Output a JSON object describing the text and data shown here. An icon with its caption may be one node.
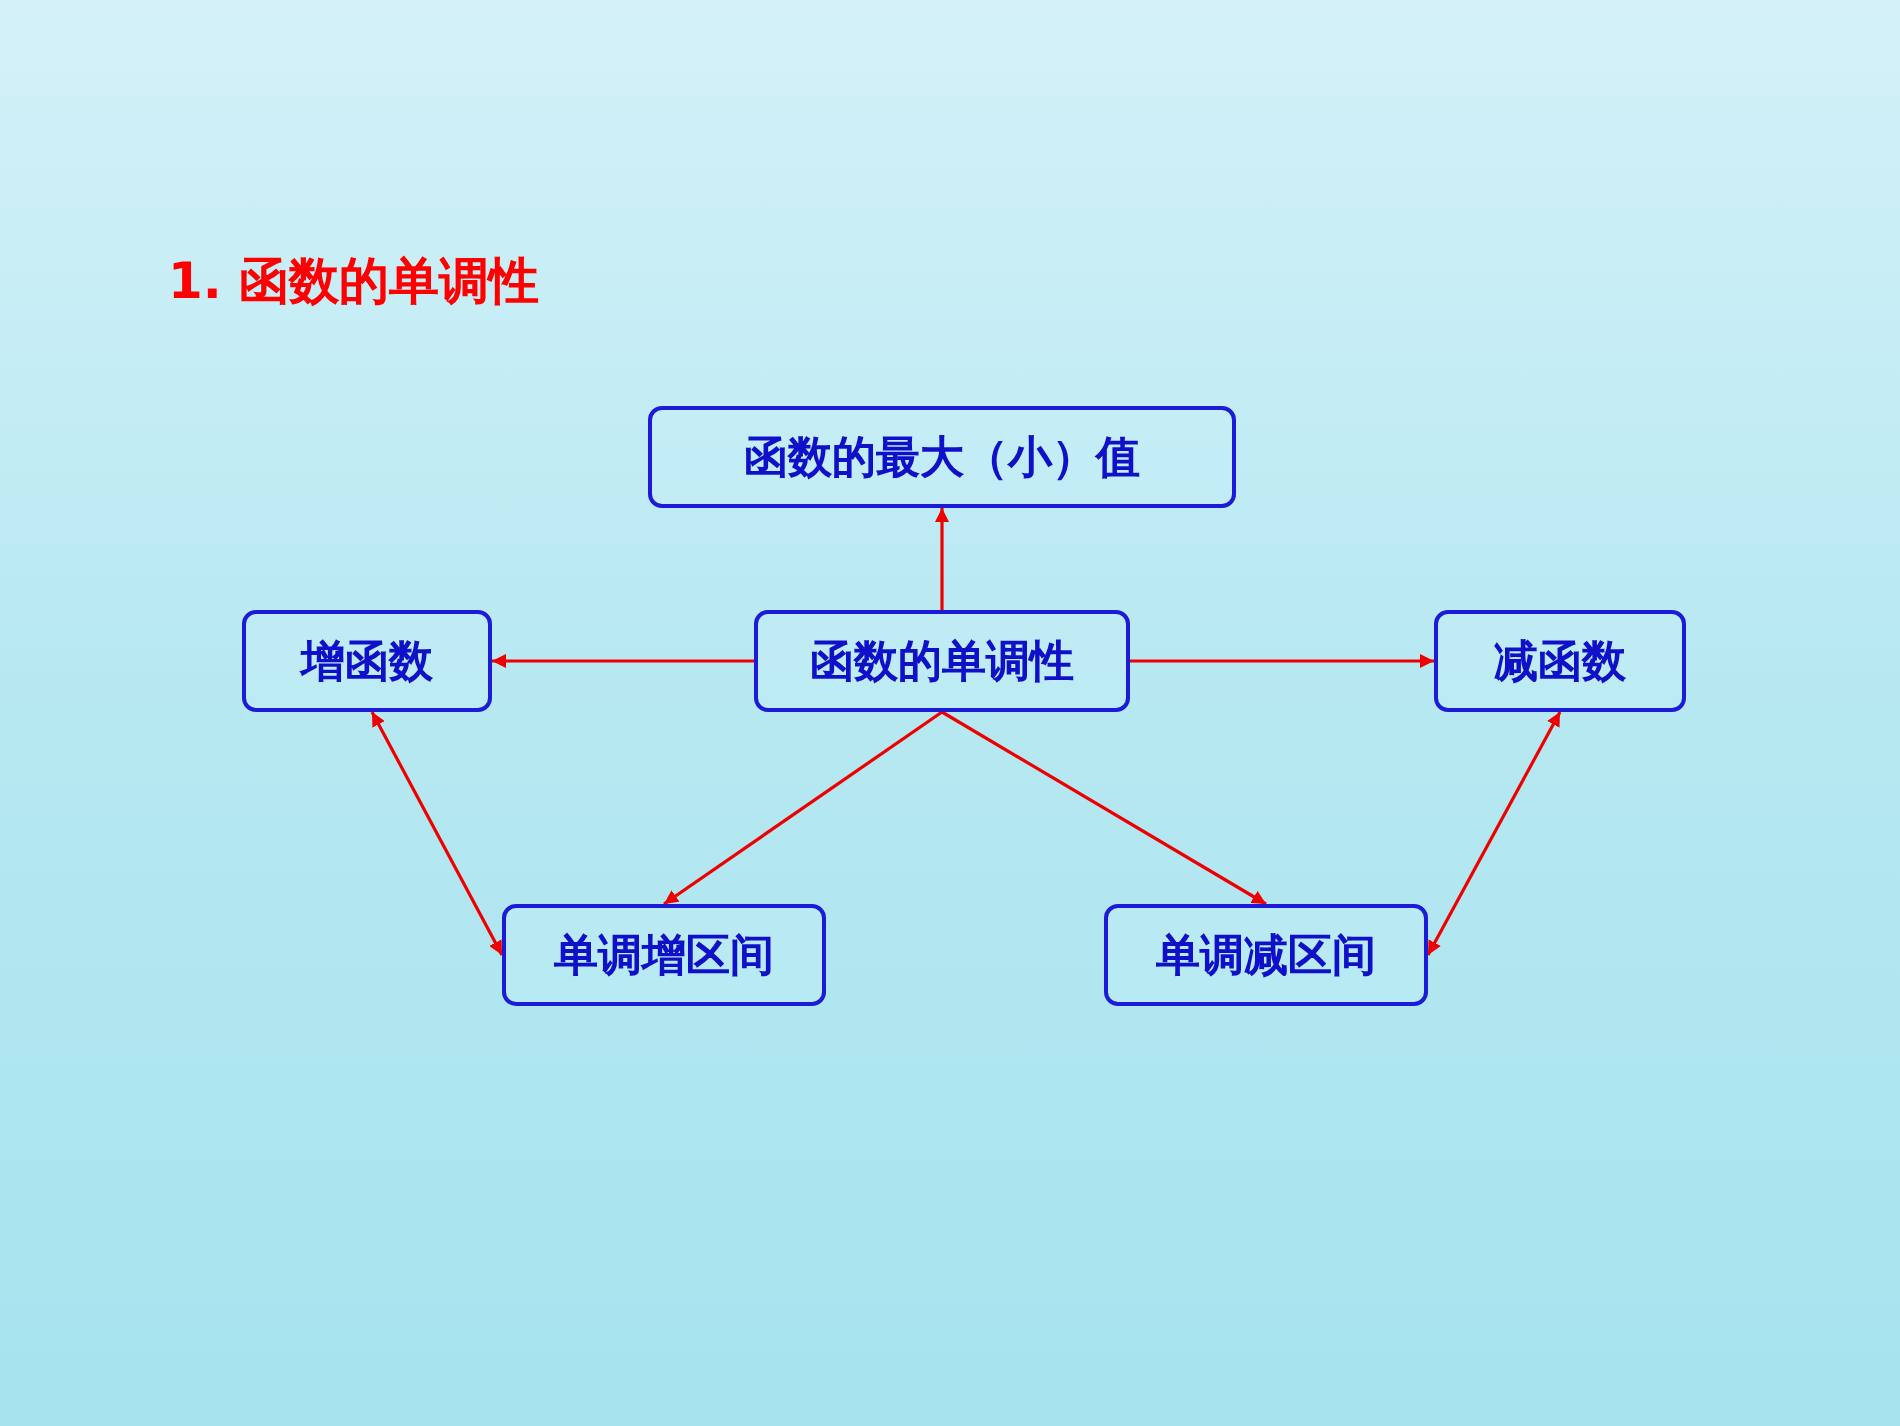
{
  "diagram": {
    "title": "1. 函数的单调性",
    "nodes": [
      {
        "text": [
          "函数的最大（小）值"
        ]
      },
      {
        "text": [
          "增函数"
        ]
      },
      {
        "text": [
          "函数的单调性"
        ]
      },
      {
        "text": [
          "减函数"
        ]
      },
      {
        "text": [
          "单调增区间"
        ]
      },
      {
        "text": [
          "单调减区间"
        ]
      }
    ],
    "edges": [
      {
        "from": 2,
        "to": 0,
        "arrow": "to"
      },
      {
        "from": 2,
        "to": 1,
        "arrow": "to"
      },
      {
        "from": 2,
        "to": 3,
        "arrow": "to"
      },
      {
        "from": 2,
        "to": 4,
        "arrow": "to"
      },
      {
        "from": 2,
        "to": 5,
        "arrow": "to"
      },
      {
        "from": 1,
        "to": 4,
        "arrow": "both"
      },
      {
        "from": 3,
        "to": 5,
        "arrow": "both"
      }
    ]
  }
}
